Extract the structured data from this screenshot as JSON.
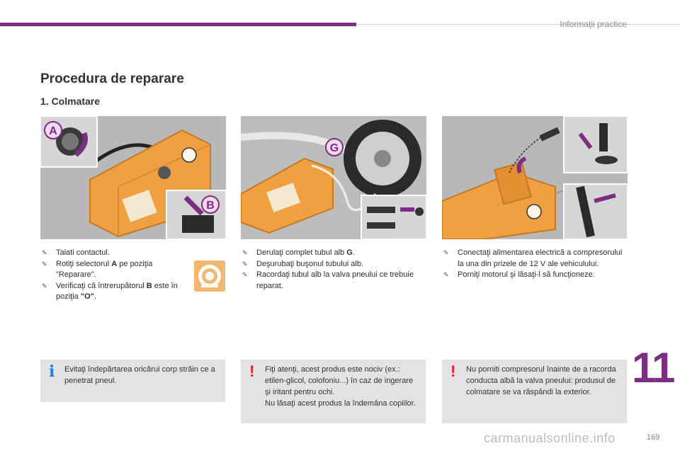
{
  "header": {
    "section": "Informaţii practice"
  },
  "title": "Procedura de reparare",
  "subtitle": "1. Colmatare",
  "illustrations": [
    {
      "labels": [
        "A",
        "B"
      ]
    },
    {
      "labels": [
        "G"
      ]
    },
    {
      "labels": []
    }
  ],
  "columns": [
    {
      "steps": [
        {
          "text": "Taiati contactul."
        },
        {
          "pre": "Rotiţi selectorul ",
          "bold": "A",
          "post": " pe poziţia \"Reparare\"."
        },
        {
          "pre": "Verificaţi că întrerupătorul ",
          "bold": "B",
          "post": " este în poziţia ",
          "bold2": "\"O\"",
          "post2": "."
        }
      ]
    },
    {
      "steps": [
        {
          "pre": "Derulaţi complet tubul alb ",
          "bold": "G",
          "post": "."
        },
        {
          "text": "Deşurubaţi buşonul tubului alb."
        },
        {
          "text": "Racordaţi tubul alb la valva pneului ce trebuie reparat."
        }
      ]
    },
    {
      "steps": [
        {
          "text": "Conectaţi alimentarea electrică a compresorului la una din prizele de 12 V ale vehiculului."
        },
        {
          "text": "Porniţi motorul şi lăsaţi-l să funcţioneze."
        }
      ]
    }
  ],
  "notes": [
    {
      "mark": "i",
      "text": "Evitaţi îndepărtarea oricărui corp străin ce a penetrat pneul."
    },
    {
      "mark": "!",
      "lines": [
        "Fiţi atenţi, acest produs este nociv (ex.: etilen-glicol, colofoniu...) în caz de ingerare şi iritant pentru ochi.",
        "Nu lăsaţi acest produs la îndemâna copiilor."
      ]
    },
    {
      "mark": "!",
      "text": "Nu porniti compresorul înainte de a racorda conducta albă la valva pneului: produsul de colmatare se va răspândi la exterior."
    }
  ],
  "chapter": "11",
  "page_number": "169",
  "watermark": "carmanualsonline.info",
  "colors": {
    "accent": "#7b2f82",
    "compressor": "#f0a040",
    "info": "#1e7bd8",
    "warning": "#e0202a"
  },
  "icons": [
    "bullet-icon",
    "dial-icon",
    "info-icon",
    "warning-icon"
  ]
}
